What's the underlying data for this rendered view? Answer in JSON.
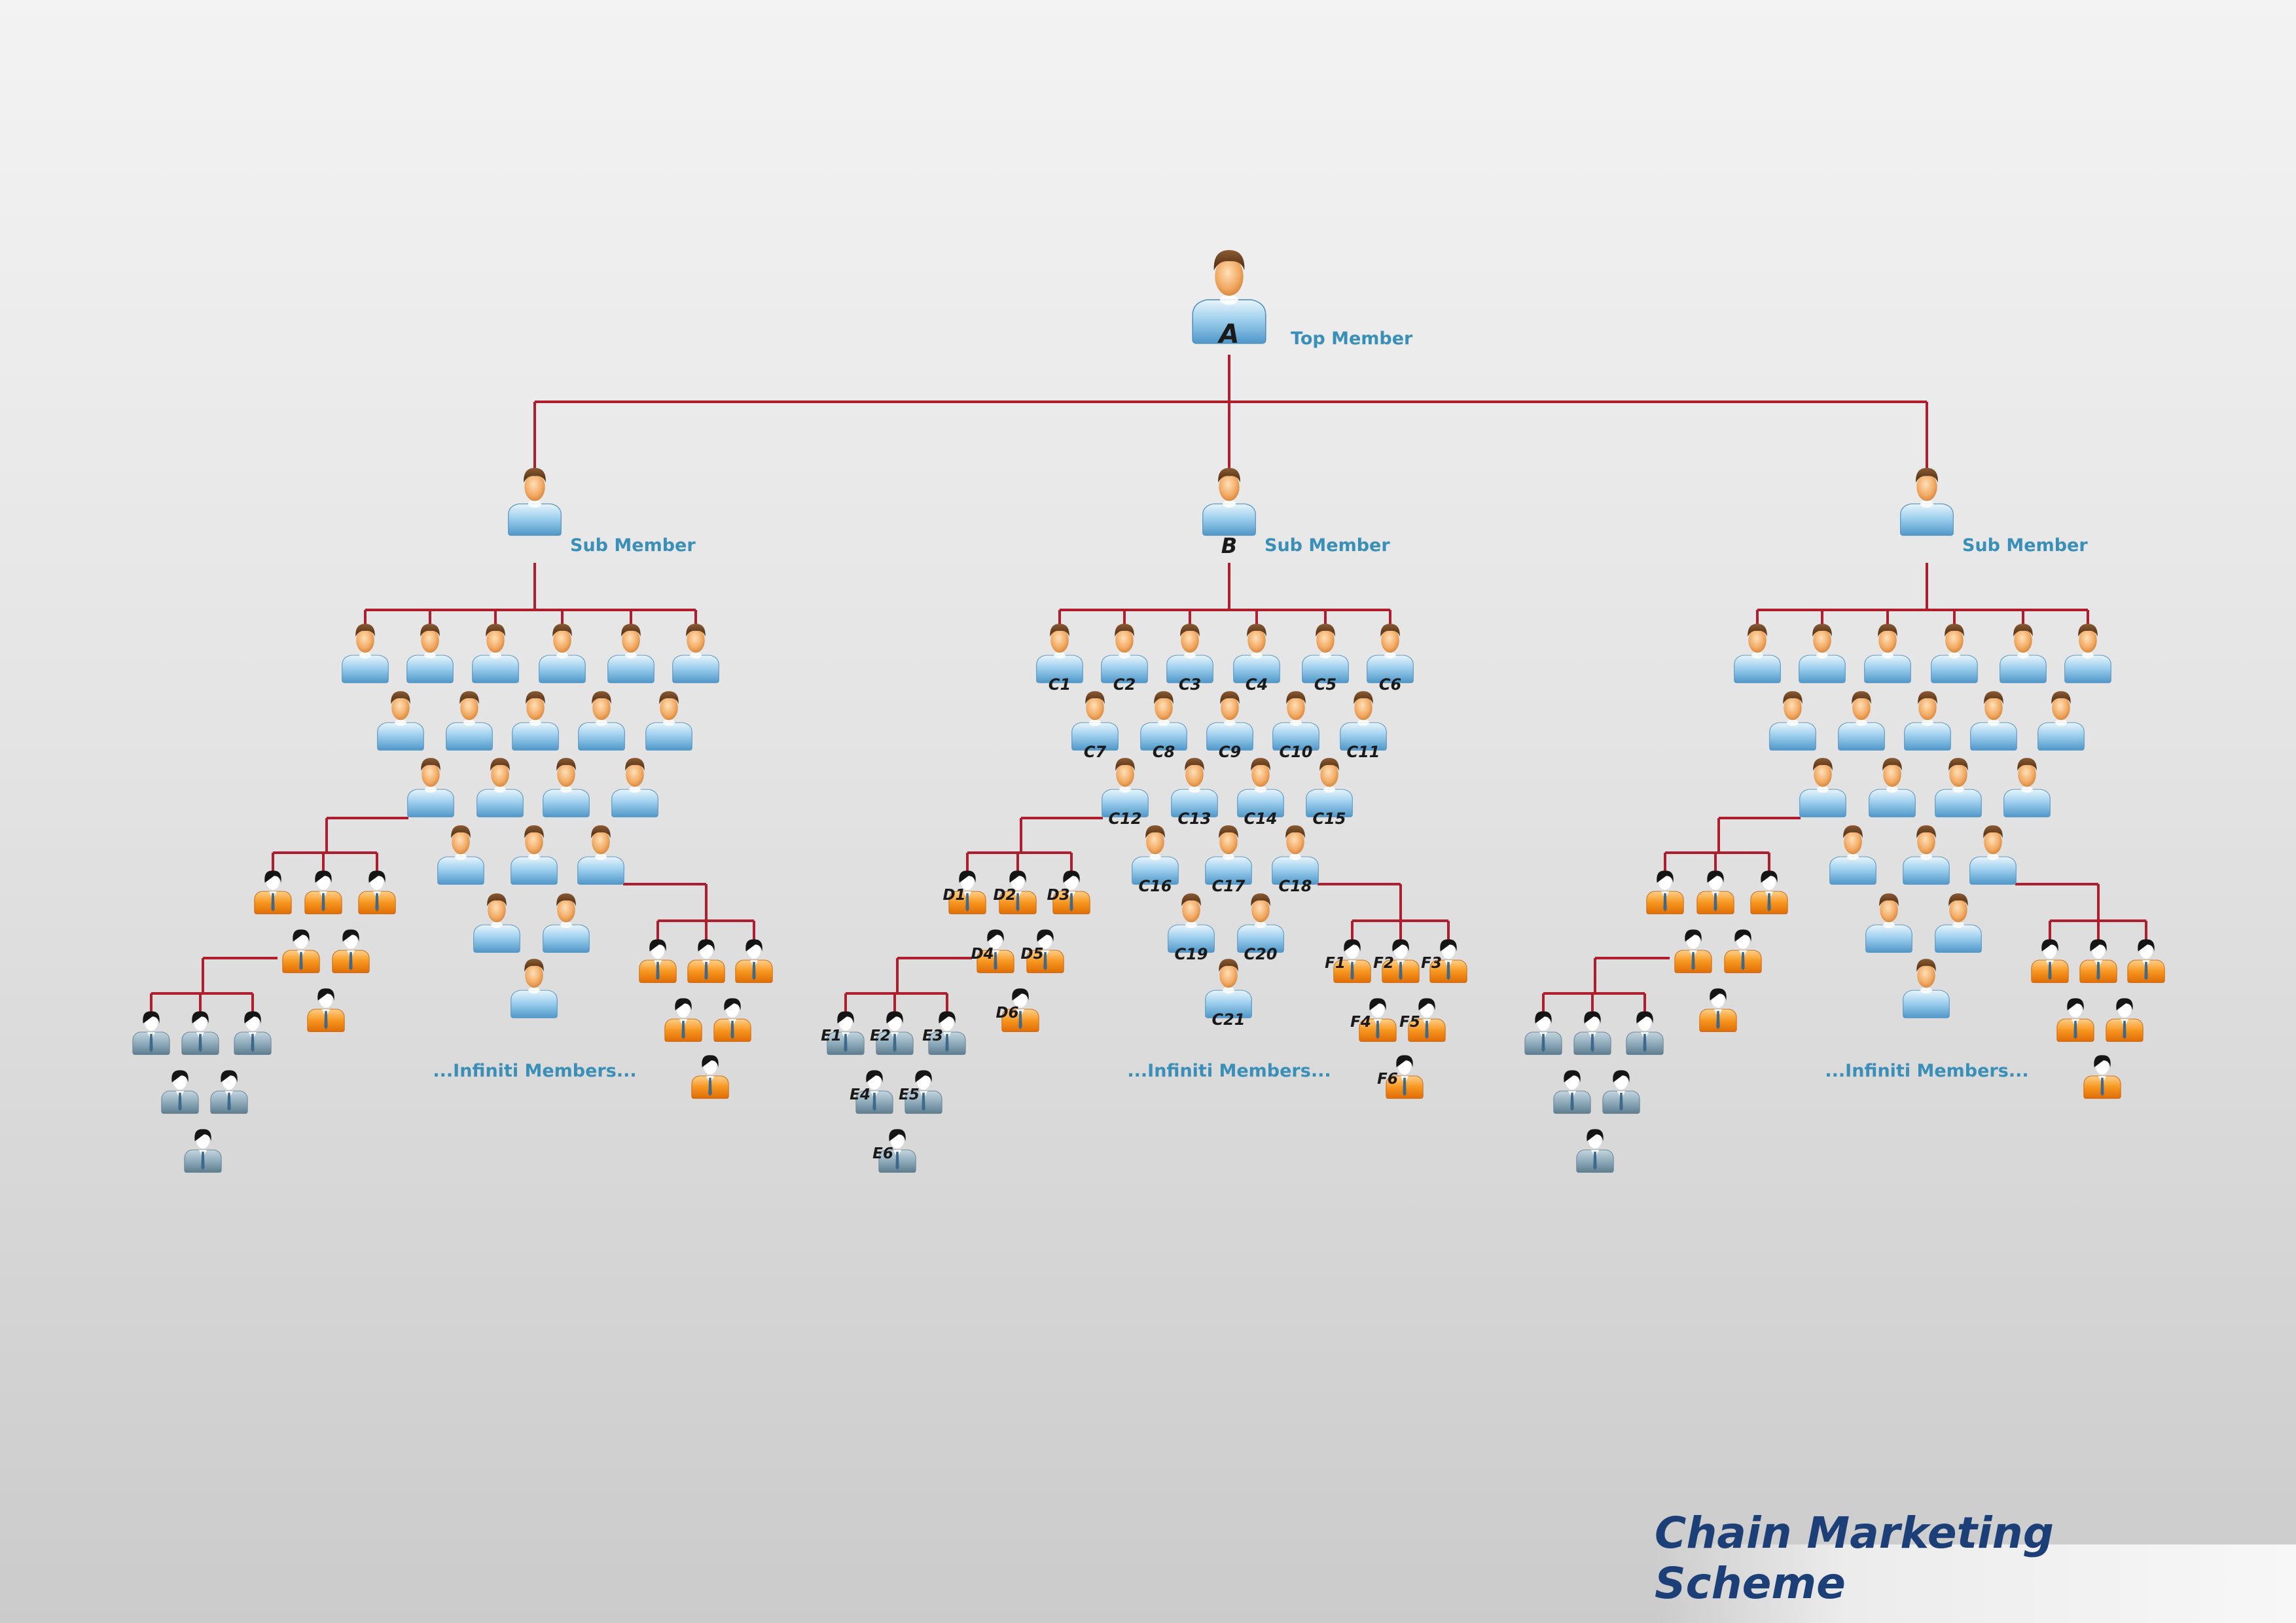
{
  "top": {
    "id": "A",
    "caption": "Top Member"
  },
  "subs": [
    {
      "id": "",
      "caption": "Sub Member",
      "footer": "...Infiniti Members..."
    },
    {
      "id": "B",
      "caption": "Sub Member",
      "footer": "...Infiniti Members..."
    },
    {
      "id": "",
      "caption": "Sub Member",
      "footer": "...Infiniti Members..."
    }
  ],
  "children": {
    "left": [
      "",
      "",
      "",
      "",
      "",
      "",
      "",
      "",
      "",
      "",
      "",
      "",
      "",
      "",
      "",
      "",
      "",
      "",
      "",
      "",
      "",
      "",
      "",
      "",
      ""
    ],
    "middle": [
      "C1",
      "C2",
      "C3",
      "C4",
      "C5",
      "C6",
      "C7",
      "C8",
      "C9",
      "C10",
      "C11",
      "C12",
      "C13",
      "C14",
      "C15",
      "C16",
      "C17",
      "C18",
      "C19",
      "C20",
      "C21"
    ],
    "right": [
      "",
      "",
      "",
      "",
      "",
      "",
      "",
      "",
      "",
      "",
      "",
      "",
      "",
      "",
      "",
      "",
      "",
      "",
      "",
      "",
      "",
      "",
      "",
      "",
      ""
    ]
  },
  "d_group": {
    "left": [
      "",
      "",
      "",
      "",
      "",
      ""
    ],
    "middle": [
      "D1",
      "D2",
      "D3",
      "D4",
      "D5",
      "D6"
    ],
    "right": [
      "",
      "",
      "",
      "",
      "",
      ""
    ]
  },
  "e_group": {
    "left": [
      "",
      "",
      "",
      "",
      "",
      ""
    ],
    "middle": [
      "E1",
      "E2",
      "E3",
      "E4",
      "E5",
      "E6"
    ],
    "right": [
      "",
      "",
      "",
      "",
      "",
      ""
    ]
  },
  "f_group": {
    "left": [
      "",
      "",
      "",
      "",
      "",
      ""
    ],
    "middle": [
      "F1",
      "F2",
      "F3",
      "F4",
      "F5",
      "F6"
    ],
    "right": [
      "",
      "",
      "",
      "",
      "",
      ""
    ]
  },
  "footer_title": "Chain Marketing Scheme",
  "colors": {
    "connector": "#b01e2d",
    "blue_body": "#7fbbe2",
    "orange_body": "#f28a1c",
    "grey_body": "#8aa6b6",
    "caption": "#3a8fb8",
    "title": "#1c3f78"
  }
}
